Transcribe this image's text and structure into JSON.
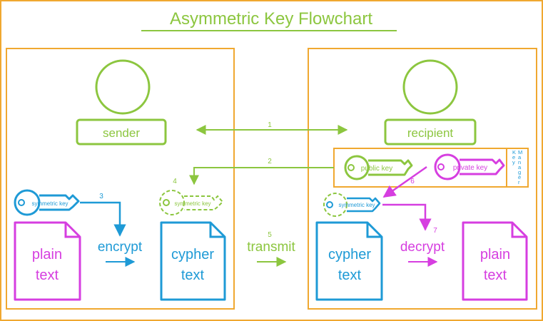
{
  "title": "Asymmetric Key Flowchart",
  "sender": {
    "label": "sender"
  },
  "recipient": {
    "label": "recipient"
  },
  "key_manager": {
    "label": "Key Manager",
    "letters": [
      "K",
      "e",
      "y",
      "",
      "M",
      "a",
      "n",
      "a",
      "g",
      "e",
      "r"
    ]
  },
  "keys": {
    "public": "public key",
    "private": "private key",
    "symmetric_sender": "symmetric key",
    "symmetric_ghost": "symmetric key",
    "symmetric_recipient": "symmetric key"
  },
  "documents": {
    "plain_sender": [
      "plain",
      "text"
    ],
    "cypher_sender": [
      "cypher",
      "text"
    ],
    "cypher_recipient": [
      "cypher",
      "text"
    ],
    "plain_recipient": [
      "plain",
      "text"
    ]
  },
  "actions": {
    "encrypt": "encrypt",
    "transmit": "transmit",
    "decrypt": "decrypt"
  },
  "steps": [
    "1",
    "2",
    "3",
    "4",
    "5",
    "6",
    "7"
  ],
  "colors": {
    "orange": "#f0a830",
    "green": "#8cc63f",
    "blue": "#1e9ad6",
    "magenta": "#d63ee0"
  }
}
